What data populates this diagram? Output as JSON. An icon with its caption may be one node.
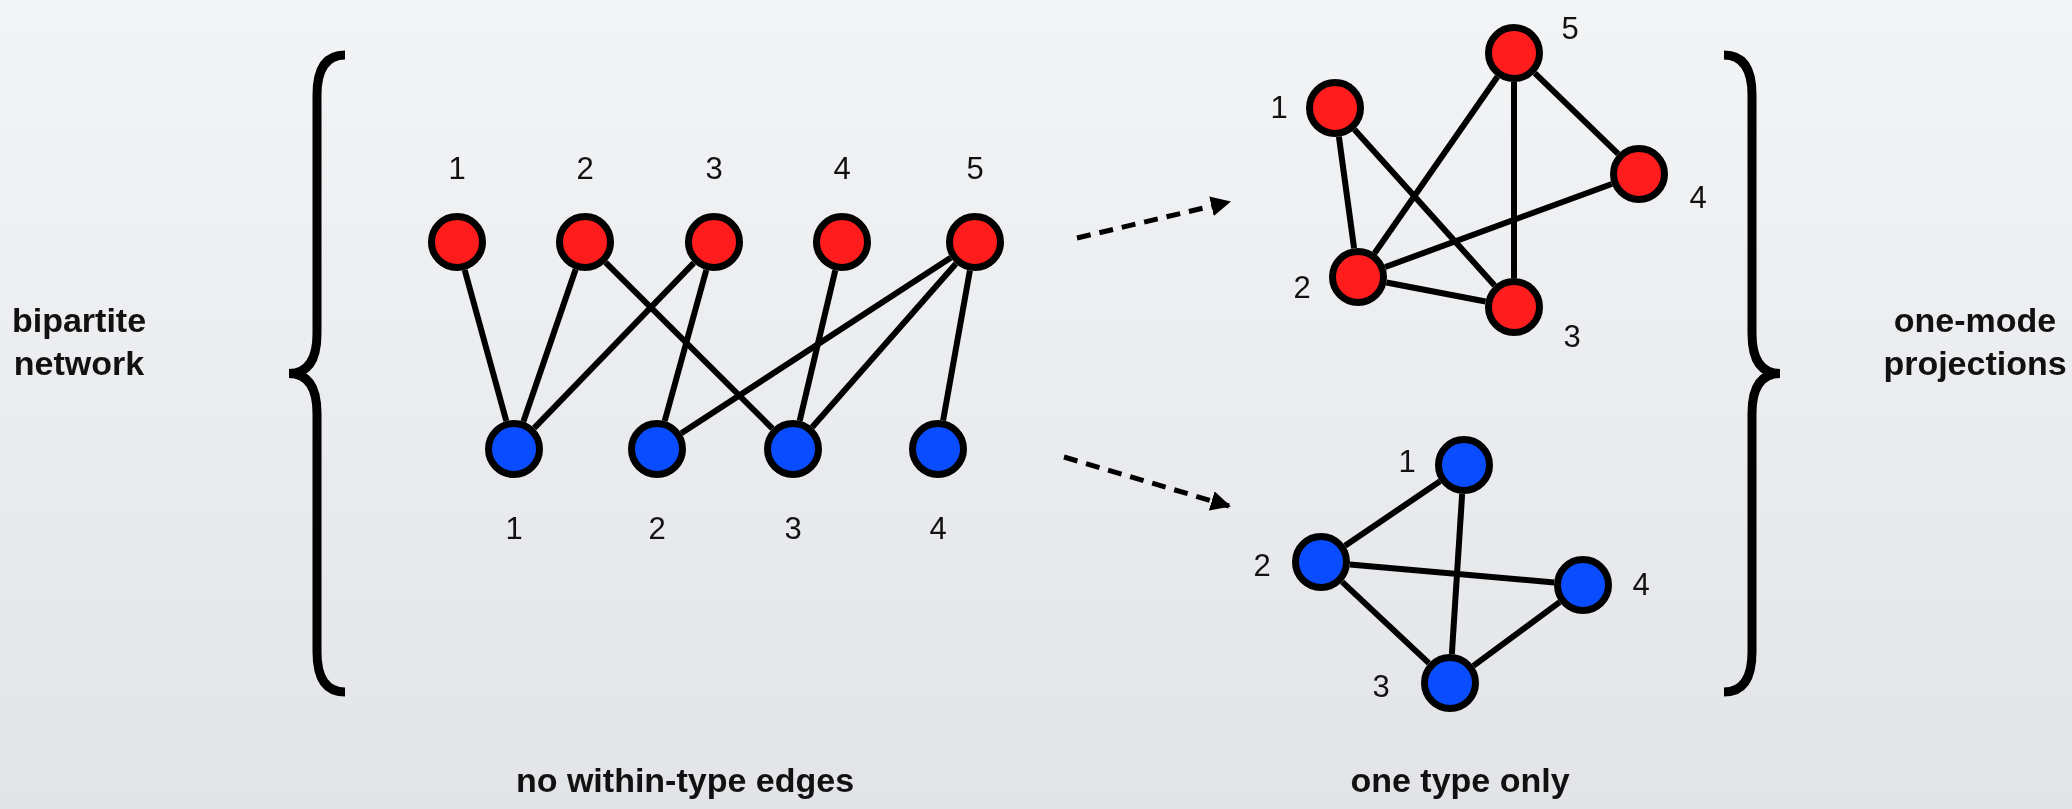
{
  "diagram": {
    "nodes": [
      {
        "text": [],
        "shape": "circle",
        "beside": [
          "1"
        ]
      },
      {
        "text": [],
        "shape": "circle",
        "beside": [
          "2"
        ]
      },
      {
        "text": [],
        "shape": "circle",
        "beside": [
          "3"
        ]
      },
      {
        "text": [],
        "shape": "circle",
        "beside": [
          "4"
        ]
      },
      {
        "text": [],
        "shape": "circle",
        "beside": [
          "5"
        ]
      },
      {
        "text": [],
        "shape": "circle",
        "beside": [
          "1"
        ]
      },
      {
        "text": [],
        "shape": "circle",
        "beside": [
          "2"
        ]
      },
      {
        "text": [],
        "shape": "circle",
        "beside": [
          "3"
        ]
      },
      {
        "text": [],
        "shape": "circle",
        "beside": [
          "4"
        ]
      },
      {
        "text": [],
        "shape": "circle",
        "beside": [
          "1"
        ]
      },
      {
        "text": [],
        "shape": "circle",
        "beside": [
          "2"
        ]
      },
      {
        "text": [],
        "shape": "circle",
        "beside": [
          "3"
        ]
      },
      {
        "text": [],
        "shape": "circle",
        "beside": [
          "4"
        ]
      },
      {
        "text": [],
        "shape": "circle",
        "beside": [
          "5"
        ]
      },
      {
        "text": [],
        "shape": "circle",
        "beside": [
          "1"
        ]
      },
      {
        "text": [],
        "shape": "circle",
        "beside": [
          "2"
        ]
      },
      {
        "text": [],
        "shape": "circle",
        "beside": [
          "3"
        ]
      },
      {
        "text": [],
        "shape": "circle",
        "beside": [
          "4"
        ]
      }
    ],
    "edges": [
      {
        "from": 0,
        "to": 5,
        "arrow": "none"
      },
      {
        "from": 1,
        "to": 5,
        "arrow": "none"
      },
      {
        "from": 2,
        "to": 5,
        "arrow": "none"
      },
      {
        "from": 2,
        "to": 6,
        "arrow": "none"
      },
      {
        "from": 1,
        "to": 7,
        "arrow": "none"
      },
      {
        "from": 3,
        "to": 7,
        "arrow": "none"
      },
      {
        "from": 4,
        "to": 6,
        "arrow": "none"
      },
      {
        "from": 4,
        "to": 7,
        "arrow": "none"
      },
      {
        "from": 4,
        "to": 8,
        "arrow": "none"
      },
      {
        "from": 9,
        "to": 10,
        "arrow": "none"
      },
      {
        "from": 9,
        "to": 11,
        "arrow": "none"
      },
      {
        "from": 10,
        "to": 11,
        "arrow": "none"
      },
      {
        "from": 10,
        "to": 12,
        "arrow": "none"
      },
      {
        "from": 10,
        "to": 13,
        "arrow": "none"
      },
      {
        "from": 11,
        "to": 13,
        "arrow": "none"
      },
      {
        "from": 12,
        "to": 13,
        "arrow": "none"
      },
      {
        "from": 14,
        "to": 15,
        "arrow": "none"
      },
      {
        "from": 14,
        "to": 16,
        "arrow": "none"
      },
      {
        "from": 15,
        "to": 16,
        "arrow": "none"
      },
      {
        "from": 15,
        "to": 17,
        "arrow": "none"
      },
      {
        "from": 16,
        "to": 17,
        "arrow": "none"
      }
    ],
    "labels": [
      "bipartite network",
      "one-mode projections",
      "no within-type edges",
      "one type only"
    ]
  }
}
